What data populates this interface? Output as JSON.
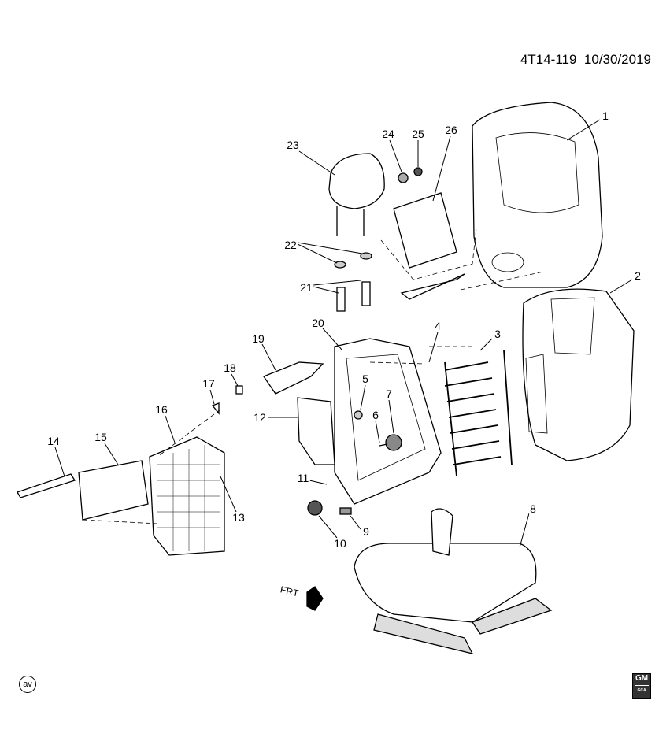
{
  "header": {
    "diagram_id": "4T14-119",
    "date": "10/30/2019"
  },
  "callouts": [
    "1",
    "2",
    "3",
    "4",
    "5",
    "6",
    "7",
    "8",
    "9",
    "10",
    "11",
    "12",
    "13",
    "14",
    "15",
    "16",
    "17",
    "18",
    "19",
    "20",
    "21",
    "22",
    "23",
    "24",
    "25",
    "26"
  ],
  "direction_label": "FRT",
  "footer": {
    "left_mark": "av",
    "logo_text": "GM",
    "logo_subtext": "GCA"
  }
}
